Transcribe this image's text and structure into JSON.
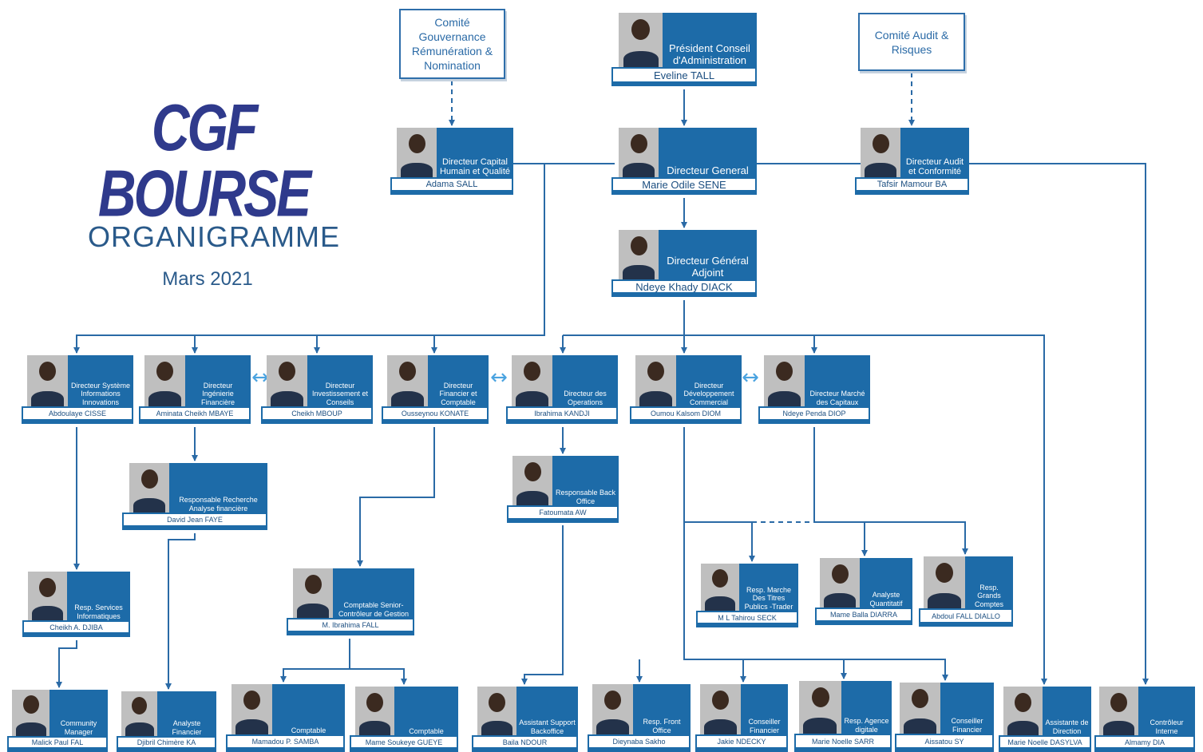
{
  "header": {
    "logo": "CGF BOURSE",
    "title": "ORGANIGRAMME",
    "date": "Mars  2021"
  },
  "committees": [
    {
      "id": "c_gov",
      "label": "Comité Gouvernance Rémunération & Nomination"
    },
    {
      "id": "c_audit",
      "label": "Comité Audit & Risques"
    }
  ],
  "nodes": [
    {
      "id": "pca",
      "title": "Président Conseil d'Administration",
      "name": "Eveline TALL"
    },
    {
      "id": "drh",
      "title": "Directeur Capital Humain et Qualité",
      "name": "Adama SALL"
    },
    {
      "id": "dg",
      "title": "Directeur General",
      "name": "Marie Odile SENE"
    },
    {
      "id": "dac",
      "title": "Directeur Audit et Conformité",
      "name": "Tafsir Mamour BA"
    },
    {
      "id": "dga",
      "title": "Directeur Général Adjoint",
      "name": "Ndeye Khady DIACK"
    },
    {
      "id": "dsi",
      "title": "Directeur Système Informations Innovations",
      "name": "Abdoulaye CISSE"
    },
    {
      "id": "dif",
      "title": "Directeur Ingénierie Financière",
      "name": "Aminata Cheikh MBAYE"
    },
    {
      "id": "dic",
      "title": "Directeur Investissement et Conseils",
      "name": "Cheikh MBOUP"
    },
    {
      "id": "dfc",
      "title": "Directeur Financier et Comptable",
      "name": "Ousseynou KONATE"
    },
    {
      "id": "dop",
      "title": "Directeur des Operations",
      "name": "Ibrahima KANDJI"
    },
    {
      "id": "ddc",
      "title": "Directeur Développement Commercial",
      "name": "Oumou Kalsom DIOM"
    },
    {
      "id": "dmc",
      "title": "Directeur Marché des Capitaux",
      "name": "Ndeye Penda DIOP"
    },
    {
      "id": "rra",
      "title": "Responsable Recherche Analyse financière",
      "name": "David Jean FAYE"
    },
    {
      "id": "rbo",
      "title": "Responsable Back Office",
      "name": "Fatoumata AW"
    },
    {
      "id": "rsi",
      "title": "Resp. Services Informatiques",
      "name": "Cheikh A. DJIBA"
    },
    {
      "id": "csc",
      "title": "Comptable Senior-Contrôleur de Gestion",
      "name": "M. Ibrahima FALL"
    },
    {
      "id": "rmt",
      "title": "Resp. Marche Des Titres Publics -Trader",
      "name": "M L Tahirou SECK"
    },
    {
      "id": "aq",
      "title": "Analyste Quantitatif",
      "name": "Mame Balla DIARRA"
    },
    {
      "id": "rgc",
      "title": "Resp. Grands Comptes",
      "name": "Abdoul FALL DIALLO"
    },
    {
      "id": "cm",
      "title": "Community Manager",
      "name": "Malick Paul FAL"
    },
    {
      "id": "af",
      "title": "Analyste Financier",
      "name": "Djibril Chimère KA"
    },
    {
      "id": "cpt1",
      "title": "Comptable",
      "name": "Mamadou P. SAMBA"
    },
    {
      "id": "cpt2",
      "title": "Comptable",
      "name": "Mame Soukeye GUEYE"
    },
    {
      "id": "asb",
      "title": "Assistant Support Backoffice",
      "name": "Baila NDOUR"
    },
    {
      "id": "rfo",
      "title": "Resp. Front Office",
      "name": "Dieynaba Sakho"
    },
    {
      "id": "cf1",
      "title": "Conseiller Financier",
      "name": "Jakie NDECKY"
    },
    {
      "id": "rad",
      "title": "Resp. Agence digitale",
      "name": "Marie Noelle SARR"
    },
    {
      "id": "cf2",
      "title": "Conseiller Financier",
      "name": "Aissatou SY"
    },
    {
      "id": "ad",
      "title": "Assistante de Direction",
      "name": "Marie Noelle DASYLVA"
    },
    {
      "id": "ci",
      "title": "Contrôleur Interne",
      "name": "Almamy DIA"
    }
  ],
  "colors": {
    "primary": "#1d6ba8",
    "connector": "#2a6aa6",
    "logo": "#2f3a8c",
    "heading": "#2a5a8a"
  },
  "icons": {
    "photo": "person-photo-icon",
    "double_arrow": "double-arrow-icon"
  }
}
